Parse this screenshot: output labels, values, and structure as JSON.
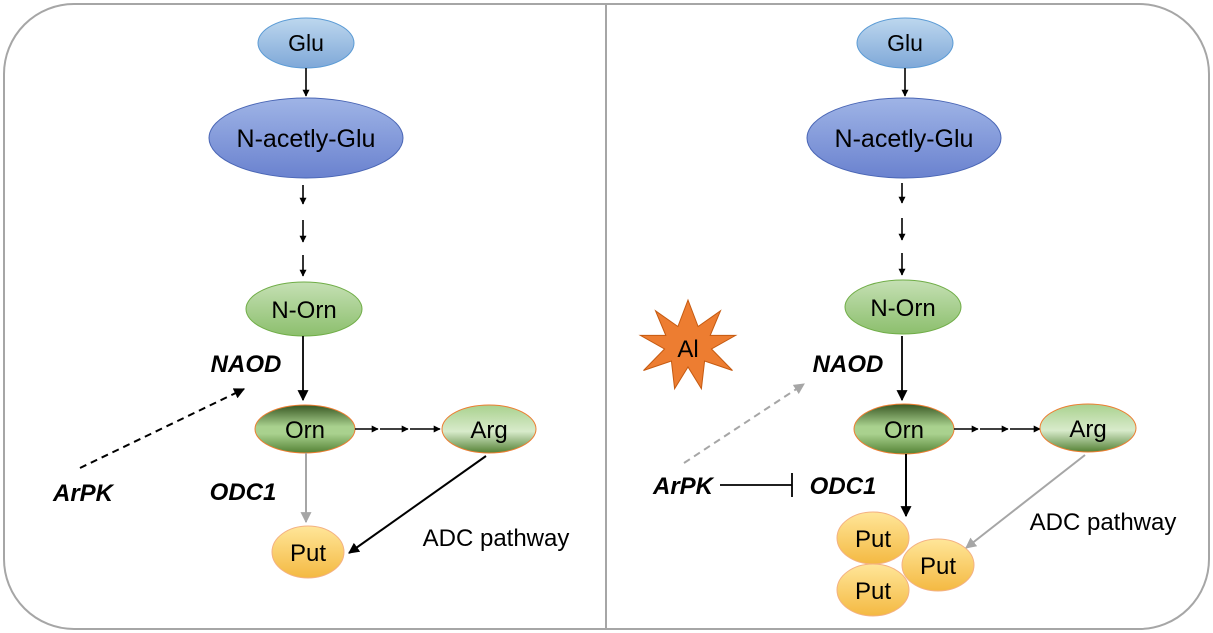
{
  "left_panel": {
    "glu": "Glu",
    "nacetyl": "N-acetly-Glu",
    "norn": "N-Orn",
    "naod": "NAOD",
    "orn": "Orn",
    "arg": "Arg",
    "arpk": "ArPK",
    "odc1": "ODC1",
    "put": "Put",
    "adc": "ADC pathway"
  },
  "right_panel": {
    "glu": "Glu",
    "nacetyl": "N-acetly-Glu",
    "norn": "N-Orn",
    "al": "Al",
    "naod": "NAOD",
    "orn": "Orn",
    "arg": "Arg",
    "arpk": "ArPK",
    "odc1": "ODC1",
    "put1": "Put",
    "put2": "Put",
    "put3": "Put",
    "adc": "ADC pathway"
  },
  "colors": {
    "glu_fill": "#9dc3e6",
    "nacetyl_fill": "#8faadc",
    "green_fill": "#a9d18e",
    "orn_dark": "#548235",
    "put_fill": "#ffd966",
    "al_burst": "#ed7d31",
    "frame": "#a6a6a6",
    "arrow_grey": "#a6a6a6"
  }
}
